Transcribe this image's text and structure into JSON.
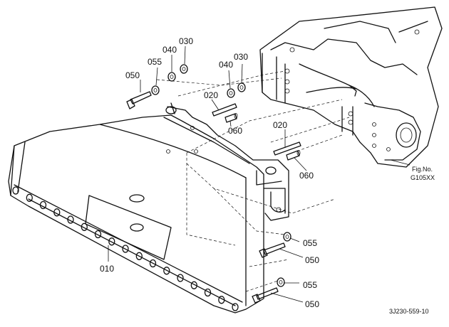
{
  "labels": {
    "p050a": "050",
    "p055a": "055",
    "p040a": "040",
    "p030a": "030",
    "p040b": "040",
    "p030b": "030",
    "p020a": "020",
    "p060a": "060",
    "p020b": "020",
    "p060b": "060",
    "p010": "010",
    "p055b": "055",
    "p050b": "050",
    "p055c": "055",
    "p050c": "050"
  },
  "fig": {
    "line1": "Fig.No.",
    "line2": "G105XX"
  },
  "doc_code": "3J230-559-10"
}
